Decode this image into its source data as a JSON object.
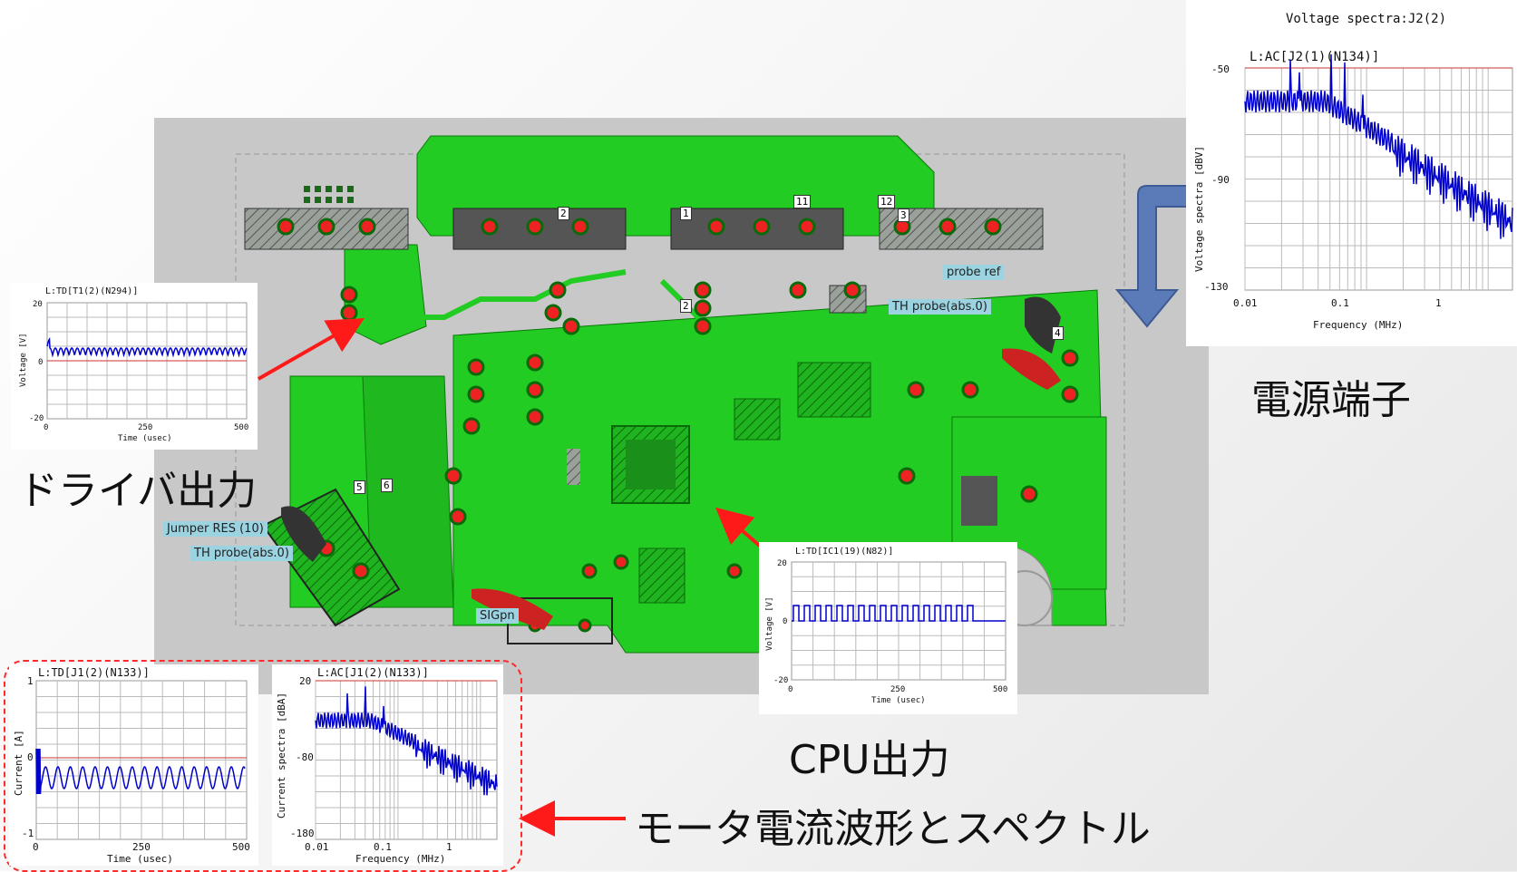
{
  "labels": {
    "driver_output": "ドライバ出力",
    "power_terminal": "電源端子",
    "cpu_output": "CPU出力",
    "motor_current": "モータ電流波形とスペクトル"
  },
  "pcb": {
    "tags": {
      "probe_ref": "probe ref",
      "th_probe_right": "TH probe(abs.0)",
      "jumper": "Jumper RES (10)",
      "th_probe_left": "TH probe(abs.0)",
      "sigpn": "SIGpn"
    },
    "numbers": [
      "2",
      "1",
      "11",
      "12",
      "3",
      "2",
      "4",
      "5",
      "6"
    ]
  },
  "plots": {
    "power": {
      "title": "Voltage spectra:J2(2)",
      "legend": "L:AC[J2(1)(N134)]",
      "ylabel": "Voltage spectra [dBV]",
      "xlabel": "Frequency (MHz)",
      "yticks": [
        "-50",
        "-90",
        "-130"
      ],
      "xticks": [
        "0.01",
        "0.1",
        "1"
      ]
    },
    "driver": {
      "legend": "L:TD[T1(2)(N294)]",
      "ylabel": "Voltage [V]",
      "xlabel": "Time (usec)",
      "yticks": [
        "20",
        "0",
        "-20"
      ],
      "xticks": [
        "0",
        "250",
        "500"
      ]
    },
    "cpu": {
      "legend": "L:TD[IC1(19)(N82)]",
      "ylabel": "Voltage [V]",
      "xlabel": "Time (usec)",
      "yticks": [
        "20",
        "0",
        "-20"
      ],
      "xticks": [
        "0",
        "250",
        "500"
      ]
    },
    "motor_time": {
      "legend": "L:TD[J1(2)(N133)]",
      "ylabel": "Current [A]",
      "xlabel": "Time (usec)",
      "yticks": [
        "1",
        "0",
        "-1"
      ],
      "xticks": [
        "0",
        "250",
        "500"
      ]
    },
    "motor_spec": {
      "legend": "L:AC[J1(2)(N133)]",
      "ylabel": "Current spectra [dBA]",
      "xlabel": "Frequency (MHz)",
      "yticks": [
        "20",
        "-80",
        "-180"
      ],
      "xticks": [
        "0.01",
        "0.1",
        "1"
      ]
    }
  },
  "colors": {
    "pcb_green": "#22cc22",
    "pad_red": "#ee2222",
    "trace_blue": "#0000cc",
    "arrow_red": "#ff1a1a",
    "big_arrow_blue": "#5b7bb8"
  }
}
